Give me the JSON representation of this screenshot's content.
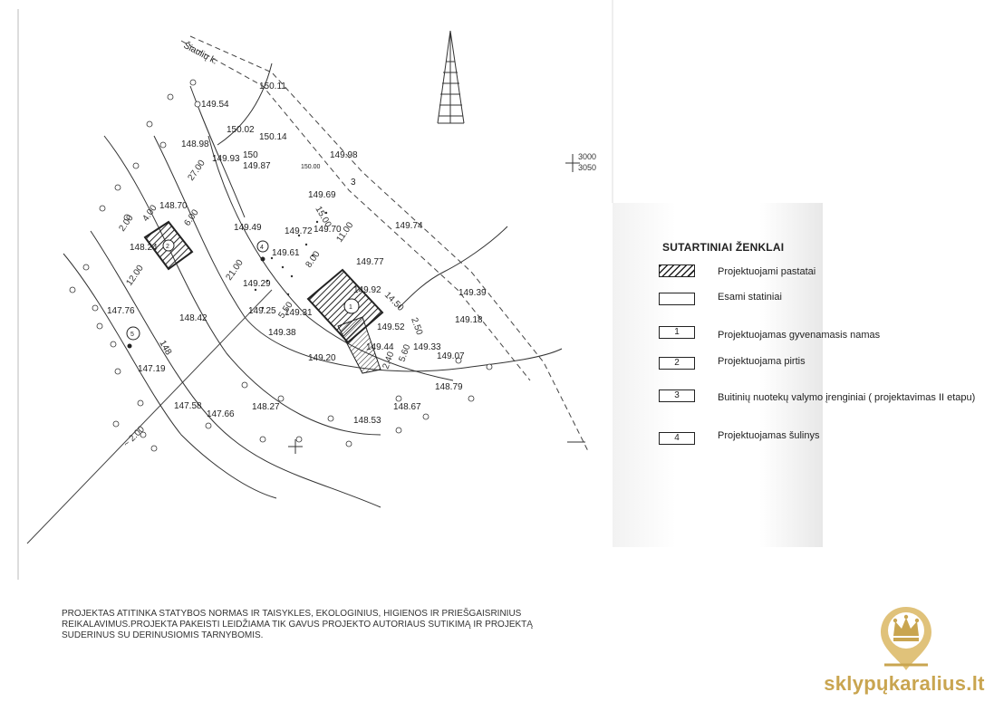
{
  "plan": {
    "street_label": "Šiaulių k.",
    "elevations": [
      "150.11",
      "149.54",
      "150.02",
      "150.14",
      "148.98",
      "149.93",
      "149.87",
      "150.00",
      "149.98",
      "148.70",
      "149.69",
      "149.49",
      "149.72",
      "149.70",
      "149.74",
      "148.24",
      "149.61",
      "149.77",
      "149.29",
      "149.92",
      "149.39",
      "149.25",
      "149.31",
      "149.18",
      "148.42",
      "147.76",
      "149.38",
      "149.52",
      "149.44",
      "149.33",
      "149.07",
      "149.20",
      "147.19",
      "148.79",
      "147.58",
      "147.66",
      "148.27",
      "148.67",
      "148.53"
    ],
    "contour_labels": [
      "150",
      "148"
    ],
    "dimensions": [
      "27.00",
      "2.00",
      "4.00",
      "6.00",
      "12.00",
      "21.00",
      "15.00",
      "11.00",
      "8.00",
      "14.50",
      "5.50",
      "2.50",
      "2.40",
      "5.60",
      "~ 2.00"
    ],
    "building_numbers": [
      "1",
      "2",
      "3",
      "4",
      "5"
    ],
    "scale_marks": [
      "3000",
      "3050"
    ]
  },
  "legend": {
    "title": "SUTARTINIAI ŽENKLAI",
    "items": [
      {
        "symbol": "",
        "label": "Projektuojami pastatai",
        "hatched": true
      },
      {
        "symbol": "",
        "label": "Esami statiniai",
        "hatched": false
      },
      {
        "symbol": "1",
        "label": "Projektuojamas gyvenamasis namas",
        "hatched": false
      },
      {
        "symbol": "2",
        "label": "Projektuojama pirtis",
        "hatched": false
      },
      {
        "symbol": "3",
        "label": "Buitinių nuotekų valymo įrenginiai ( projektavimas II etapu)",
        "hatched": false
      },
      {
        "symbol": "4",
        "label": "Projektuojamas šulinys",
        "hatched": false
      }
    ]
  },
  "note": {
    "line1": "PROJEKTAS ATITINKA STATYBOS NORMAS IR TAISYKLES, EKOLOGINIUS, HIGIENOS IR PRIEŠGAISRINIUS",
    "line2": "REIKALAVIMUS.PROJEKTA PAKEISTI LEIDŽIAMA TIK GAVUS PROJEKTO AUTORIAUS SUTIKIMĄ IR PROJEKTĄ",
    "line3": "SUDERINUS SU DERINUSIOMIS TARNYBOMIS."
  },
  "brand": {
    "name": "sklypųkaralius.lt",
    "color": "#c9a550"
  }
}
